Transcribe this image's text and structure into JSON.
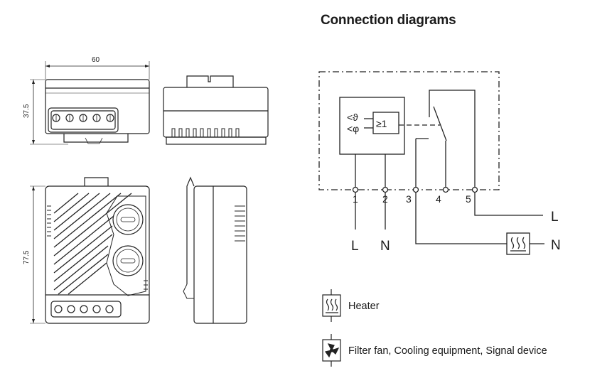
{
  "title": "Connection diagrams",
  "dimensions": {
    "width": "60",
    "height_top": "37.5",
    "height_front": "77.5"
  },
  "circuit": {
    "sensor_symbol_1": "<ϑ",
    "sensor_symbol_2": "<φ",
    "logic_gate": "≥1",
    "terminals": [
      "1",
      "2",
      "3",
      "4",
      "5"
    ],
    "supply_labels": {
      "t1": "L",
      "t2": "N",
      "right_top": "L",
      "right_bottom": "N"
    }
  },
  "legend": [
    {
      "icon": "heater-icon",
      "label": "Heater"
    },
    {
      "icon": "fan-icon",
      "label": "Filter fan, Cooling equipment, Signal device"
    }
  ]
}
